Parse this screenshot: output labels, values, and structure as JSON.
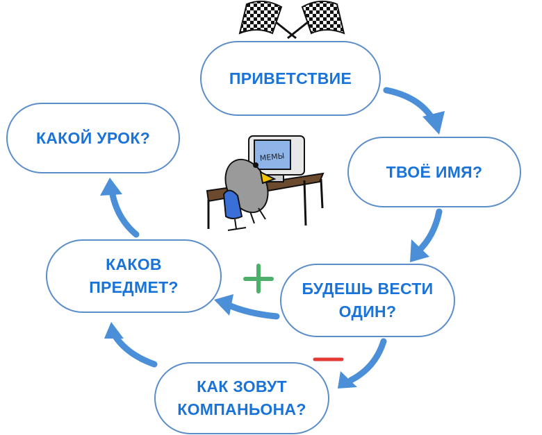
{
  "nodes": {
    "greeting": {
      "lines": [
        "ПРИВЕТСТВИЕ"
      ]
    },
    "your_name": {
      "lines": [
        "ТВОЁ ИМЯ?"
      ]
    },
    "lead_alone": {
      "lines": [
        "БУДЕШЬ ВЕСТИ",
        "ОДИН?"
      ]
    },
    "partner_name": {
      "lines": [
        "КАК ЗОВУТ",
        "КОМПАНЬОНА?"
      ]
    },
    "subject": {
      "lines": [
        "КАКОВ",
        "ПРЕДМЕТ?"
      ]
    },
    "lesson": {
      "lines": [
        "КАКОЙ УРОК?"
      ]
    }
  },
  "illustration": {
    "monitor_text": "МЕМЫ"
  },
  "markers": {
    "plus": "+",
    "minus": "—"
  },
  "colors": {
    "text": "#1a73d9",
    "node_border": "#5b8dc9",
    "arrow": "#4a8fd8",
    "plus": "#4caf6a",
    "minus": "#e53935",
    "chair": "#3a6fd8"
  }
}
